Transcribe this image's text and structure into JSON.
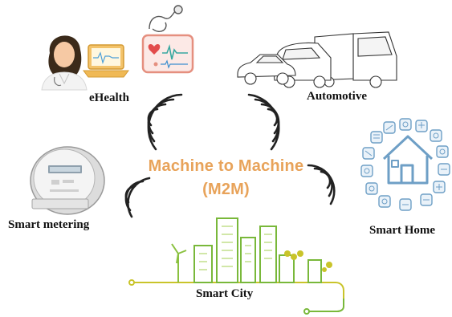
{
  "center": {
    "title_line1": "Machine to Machine",
    "title_line2": "(M2M)"
  },
  "nodes": {
    "ehealth": {
      "label": "eHealth",
      "icon": "doctor-laptop-monitor-icon"
    },
    "automotive": {
      "label": "Automotive",
      "icon": "vehicles-icon"
    },
    "metering": {
      "label": "Smart metering",
      "icon": "electric-meter-icon"
    },
    "home": {
      "label": "Smart Home",
      "icon": "house-devices-icon"
    },
    "city": {
      "label": "Smart City",
      "icon": "city-skyline-icon"
    }
  },
  "colors": {
    "title": "#e8a35a",
    "waves": "#222222",
    "home_blue": "#6e9fc6",
    "city_green": "#79b83a",
    "city_yellow": "#c9c42a"
  }
}
